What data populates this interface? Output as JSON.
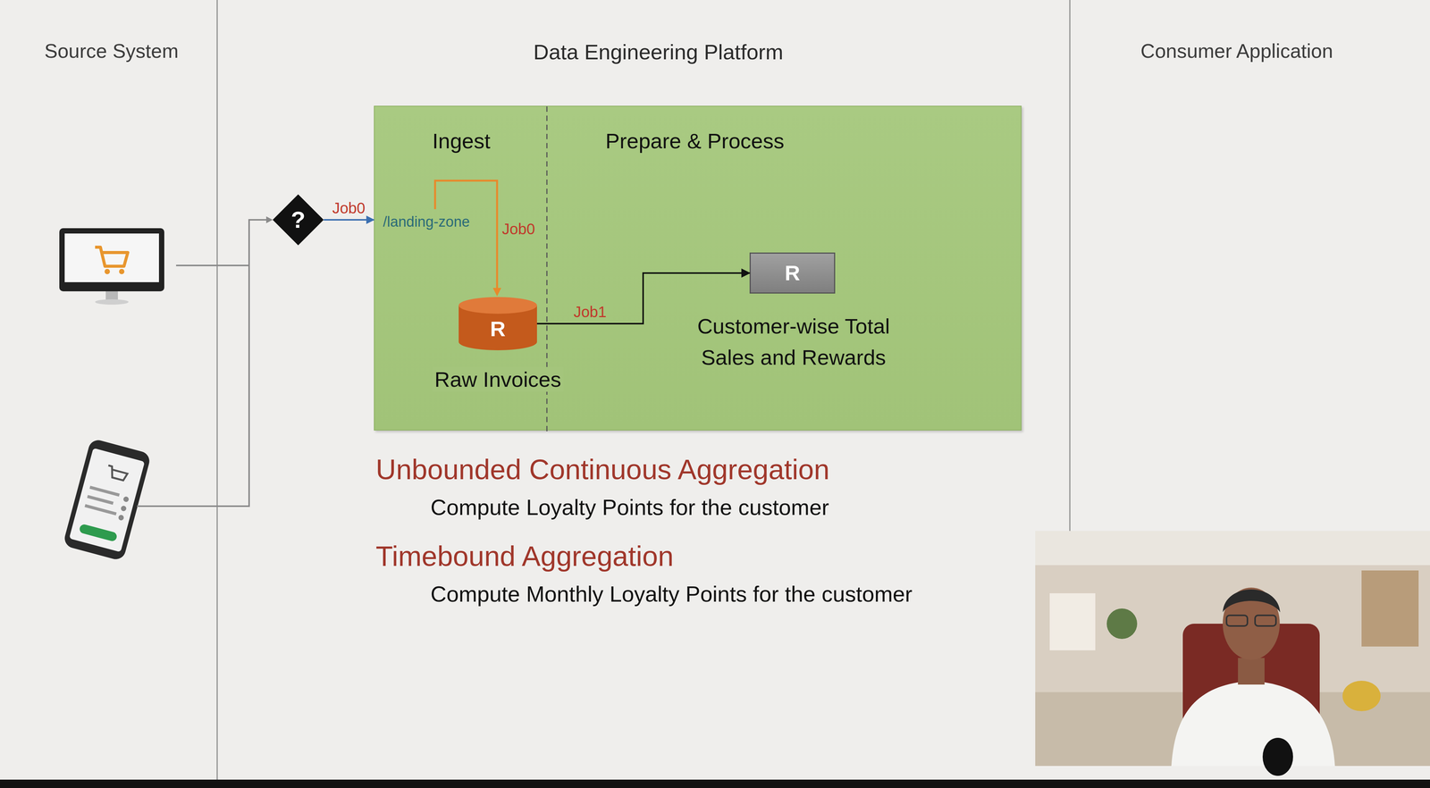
{
  "diagram": {
    "nodes": [
      {
        "text": [
          "?"
        ]
      },
      {
        "text": [
          "Ingest",
          "Prepare & Process"
        ]
      },
      {
        "text": [
          "R",
          "Raw Invoices"
        ],
        "in": 1
      },
      {
        "text": [
          "R",
          "Customer-wise Total Sales and Rewards"
        ],
        "in": 1
      }
    ],
    "edges": [
      {
        "from": 0,
        "to": 1,
        "label": "Job0",
        "arrow": "to"
      },
      {
        "from": 2,
        "to": 3,
        "label": "Job1",
        "arrow": "to"
      }
    ],
    "labels": [
      "Source System",
      "Data Engineering Platform",
      "Consumer Application",
      "/landing-zone",
      "Job0",
      "Unbounded Continuous Aggregation",
      "Compute Loyalty Points for the customer",
      "Timebound Aggregation",
      "Compute Monthly Loyalty Points for the customer"
    ]
  }
}
